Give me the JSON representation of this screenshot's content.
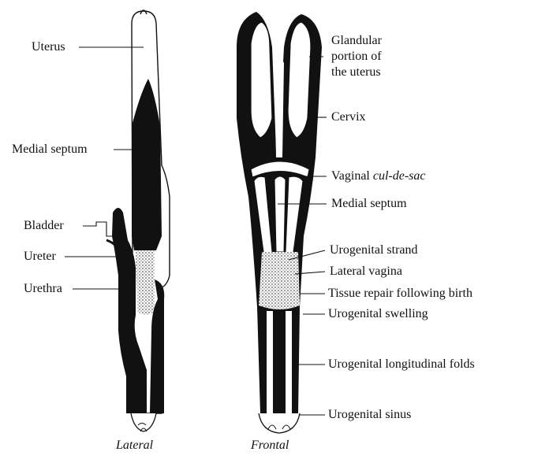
{
  "colors": {
    "ink": "#111111",
    "stipple": "#9a9a9a",
    "background": "#ffffff"
  },
  "lateral": {
    "caption": "Lateral",
    "labels": {
      "uterus": "Uterus",
      "medial_septum": "Medial septum",
      "bladder": "Bladder",
      "ureter": "Ureter",
      "urethra": "Urethra"
    }
  },
  "frontal": {
    "caption": "Frontal",
    "labels": {
      "glandular_line1": "Glandular",
      "glandular_line2": "portion of",
      "glandular_line3": "the uterus",
      "cervix": "Cervix",
      "vaginal_prefix": "Vaginal ",
      "vaginal_italic": "cul-de-sac",
      "medial_septum": "Medial septum",
      "urogenital_strand": "Urogenital strand",
      "lateral_vagina": "Lateral vagina",
      "tissue_repair": "Tissue repair following birth",
      "urogenital_swelling": "Urogenital swelling",
      "urogenital_folds": "Urogenital longitudinal folds",
      "urogenital_sinus": "Urogenital sinus"
    }
  }
}
